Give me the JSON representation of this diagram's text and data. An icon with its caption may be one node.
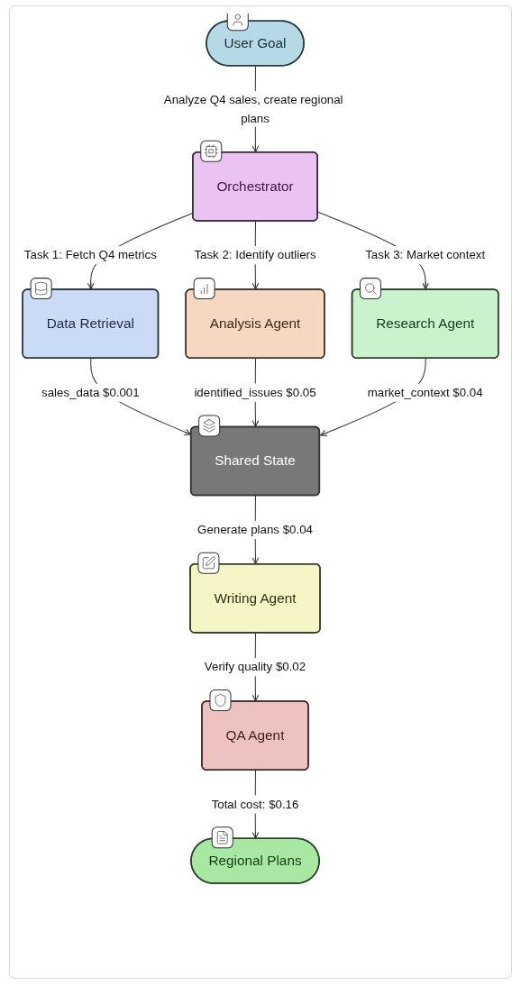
{
  "diagram": {
    "nodes": [
      {
        "text": [
          "User Goal"
        ]
      },
      {
        "text": [
          "Orchestrator"
        ]
      },
      {
        "text": [
          "Data Retrieval"
        ]
      },
      {
        "text": [
          "Analysis Agent"
        ]
      },
      {
        "text": [
          "Research Agent"
        ]
      },
      {
        "text": [
          "Shared State"
        ]
      },
      {
        "text": [
          "Writing Agent"
        ]
      },
      {
        "text": [
          "QA Agent"
        ]
      },
      {
        "text": [
          "Regional Plans"
        ]
      }
    ],
    "edges": [
      {
        "from": 0,
        "to": 1,
        "arrow": "to",
        "label": "Analyze Q4 sales, create regional plans"
      },
      {
        "from": 1,
        "to": 2,
        "arrow": "to",
        "label": "Task 1: Fetch Q4 metrics"
      },
      {
        "from": 1,
        "to": 3,
        "arrow": "to",
        "label": "Task 2: Identify outliers"
      },
      {
        "from": 1,
        "to": 4,
        "arrow": "to",
        "label": "Task 3: Market context"
      },
      {
        "from": 2,
        "to": 5,
        "arrow": "to",
        "label": "sales_data $0.001"
      },
      {
        "from": 3,
        "to": 5,
        "arrow": "to",
        "label": "identified_issues $0.05"
      },
      {
        "from": 4,
        "to": 5,
        "arrow": "to",
        "label": "market_context $0.04"
      },
      {
        "from": 5,
        "to": 6,
        "arrow": "to",
        "label": "Generate plans $0.04"
      },
      {
        "from": 6,
        "to": 7,
        "arrow": "to",
        "label": "Verify quality $0.02"
      },
      {
        "from": 7,
        "to": 8,
        "arrow": "to",
        "label": "Total cost: $0.16"
      }
    ]
  }
}
